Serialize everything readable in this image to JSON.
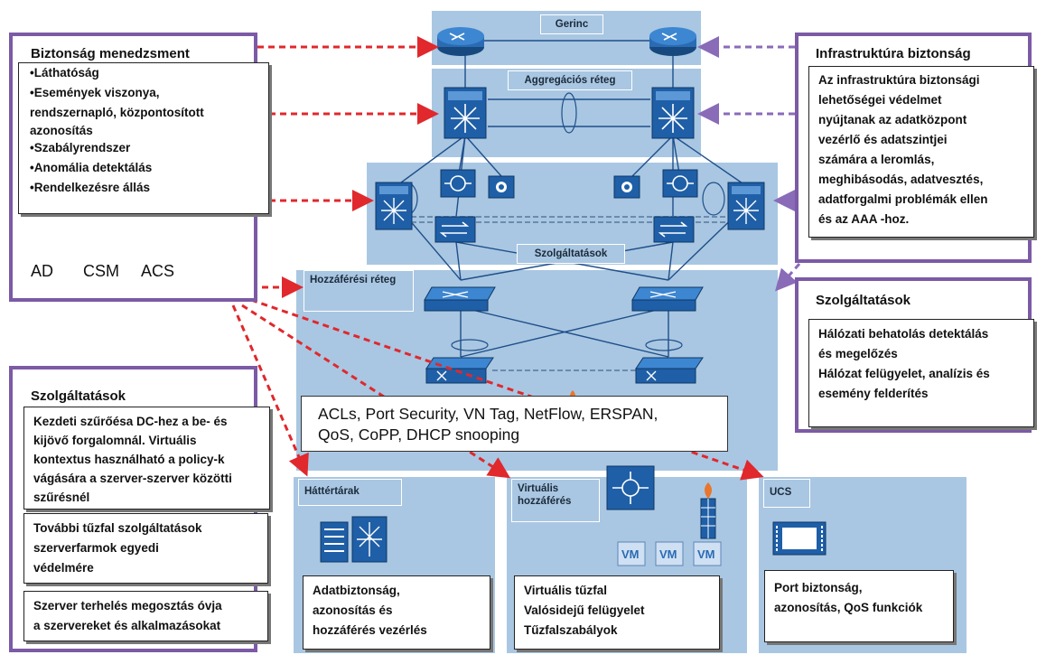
{
  "layers": {
    "core": "Gerinc",
    "aggregation": "Aggregációs réteg",
    "services": "Szolgáltatások",
    "access": "Hozzáférési réteg"
  },
  "acl_box": {
    "line1": "ACLs, Port Security, VN Tag, NetFlow, ERSPAN,",
    "line2": "QoS, CoPP, DHCP snooping"
  },
  "security_management": {
    "title": "Biztonság menedzsment",
    "items": [
      "•Láthatóság",
      "•Események viszonya,",
      "rendszernapló, központosított",
      "azonosítás",
      "•Szabályrendszer",
      "•Anomália detektálás",
      "•Rendelkezésre állás"
    ],
    "servers": [
      "AD",
      "CSM",
      "ACS"
    ]
  },
  "infrastructure_security": {
    "title": "Infrastruktúra biztonság",
    "lines": [
      "Az infrastruktúra  biztonsági",
      "lehetőségei védelmet",
      "nyújtanak az adatközpont",
      "vezérlő és adatszintjei",
      "számára a leromlás,",
      "meghibásodás, adatvesztés,",
      "adatforgalmi problémák ellen",
      "és az AAA -hoz."
    ]
  },
  "services_right": {
    "title": "Szolgáltatások",
    "lines": [
      "Hálózati behatolás detektálás",
      "és megelőzés",
      "Hálózat felügyelet, analízis és",
      "esemény felderítés"
    ]
  },
  "services_left": {
    "title": "Szolgáltatások",
    "box1": [
      "Kezdeti szűrőésa DC-hez a be- és",
      "kijövő forgalomnál. Virtuális",
      "kontextus használható  a policy-k",
      "vágására a szerver-szerver közötti",
      "szűrésnél"
    ],
    "box2": [
      "További tűzfal szolgáltatások",
      "szerverfarmok egyedi",
      "védelmére"
    ],
    "box3": [
      "Szerver terhelés megosztás óvja",
      "a szervereket és alkalmazásokat"
    ]
  },
  "storage": {
    "title": "Háttértárak",
    "lines": [
      "Adatbiztonság,",
      "azonosítás és",
      "hozzáférés vezérlés"
    ]
  },
  "virtual_access": {
    "title": "Virtuális hozzáférés",
    "vm_label": "VM",
    "lines": [
      "Virtuális tűzfal",
      "Valósidejű felügyelet",
      "Tűzfalszabályok"
    ]
  },
  "ucs": {
    "title": "UCS",
    "lines": [
      "Port biztonság,",
      "azonosítás, QoS funkciók"
    ]
  },
  "colors": {
    "zone": "#a9c7e2",
    "purple_frame": "#7b5aa6",
    "red_arrow": "#e0282d",
    "purple_arrow": "#8a6bb8",
    "device": "#1f5fa7"
  }
}
